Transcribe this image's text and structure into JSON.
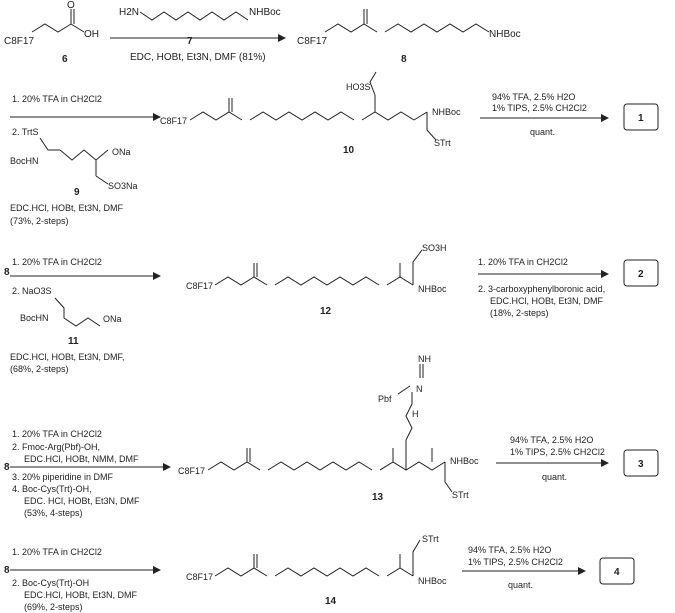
{
  "scheme": {
    "row1": {
      "left_label": "C8F17",
      "left_oh": "OH",
      "left_o": "O",
      "cmpd6": "6",
      "reagent_top_h2n": "H2N",
      "reagent_top_nhboc": "NHBoc",
      "cmpd7": "7",
      "conditions": "EDC, HOBt, Et3N, DMF (81%)",
      "product_label": "C8F17",
      "product_nhboc": "NHBoc",
      "cmpd8": "8"
    },
    "row2": {
      "cond1": "1. 20% TFA in CH2Cl2",
      "cond2": "2. TrtS",
      "boc": "BocHN",
      "ona": "ONa",
      "so3na": "SO3Na",
      "cmpd9": "9",
      "cond3": "EDC.HCl, HOBt, Et3N, DMF",
      "cond4": "(73%, 2-steps)",
      "c8f17": "C8F17",
      "ho3s": "HO3S",
      "nhboc": "NHBoc",
      "strt": "STrt",
      "cmpd10": "10",
      "deprot1": "94% TFA, 2.5% H2O",
      "deprot2": "1% TIPS, 2.5% CH2Cl2",
      "deprot3": "quant.",
      "target": "1"
    },
    "row3": {
      "start": "8",
      "cond1": "1. 20% TFA in CH2Cl2",
      "cond2": "2. NaO3S",
      "boc": "BocHN",
      "ona": "ONa",
      "cmpd11": "11",
      "cond3": "EDC.HCl, HOBt, Et3N, DMF,",
      "cond4": "(68%, 2-steps)",
      "c8f17": "C8F17",
      "so3h": "SO3H",
      "nhboc": "NHBoc",
      "cmpd12": "12",
      "r1": "1. 20% TFA in CH2Cl2",
      "r2": "2. 3-carboxyphenylboronic acid,",
      "r3": "EDC.HCl, HOBt, Et3N, DMF",
      "r4": "(18%, 2-steps)",
      "target": "2"
    },
    "row4": {
      "start": "8",
      "c1": "1. 20% TFA in CH2Cl2",
      "c2": "2. Fmoc-Arg(Pbf)-OH,",
      "c2b": "EDC.HCl, HOBt, NMM, DMF",
      "c3": "3. 20% piperidine in DMF",
      "c4": "4. Boc-Cys(Trt)-OH,",
      "c4b": "EDC. HCl, HOBt, Et3N, DMF",
      "c4c": "(53%, 4-steps)",
      "c8f17": "C8F17",
      "pbf": "Pbf",
      "nh": "NH",
      "n": "N",
      "h": "H",
      "nhboc": "NHBoc",
      "strt": "STrt",
      "cmpd13": "13",
      "deprot1": "94% TFA, 2.5% H2O",
      "deprot2": "1% TIPS, 2.5% CH2Cl2",
      "deprot3": "quant.",
      "target": "3"
    },
    "row5": {
      "start": "8",
      "c1": "1. 20% TFA in CH2Cl2",
      "c2": "2. Boc-Cys(Trt)-OH",
      "c2b": "EDC.HCl, HOBt, Et3N, DMF",
      "c2c": "(69%, 2-steps)",
      "c8f17": "C8F17",
      "strt": "STrt",
      "nhboc": "NHBoc",
      "cmpd14": "14",
      "deprot1": "94% TFA, 2.5% H2O",
      "deprot2": "1% TIPS, 2.5% CH2Cl2",
      "deprot3": "quant.",
      "target": "4"
    }
  }
}
